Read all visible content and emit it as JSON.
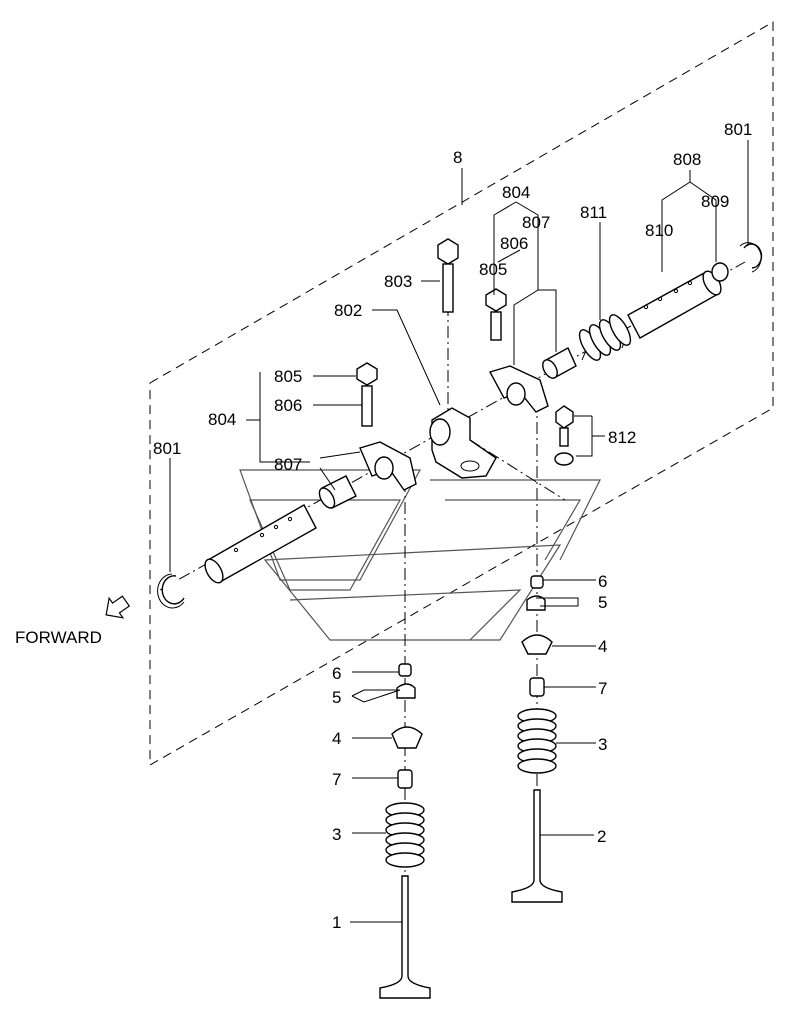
{
  "labels": {
    "l8": "8",
    "l801a": "801",
    "l801b": "801",
    "l808": "808",
    "l809": "809",
    "l810": "810",
    "l811": "811",
    "l804a": "804",
    "l807a": "807",
    "l806a": "806",
    "l805a": "805",
    "l803": "803",
    "l802": "802",
    "l805b": "805",
    "l806b": "806",
    "l804b": "804",
    "l807b": "807",
    "l812": "812",
    "r6": "6",
    "r5": "5",
    "r4": "4",
    "r7": "7",
    "r3": "3",
    "r2": "2",
    "left6": "6",
    "left5": "5",
    "left4": "4",
    "left7": "7",
    "left3": "3",
    "left1": "1"
  },
  "forward": {
    "text": "FORWARD",
    "arrow_icon": "forward-arrow-icon"
  }
}
